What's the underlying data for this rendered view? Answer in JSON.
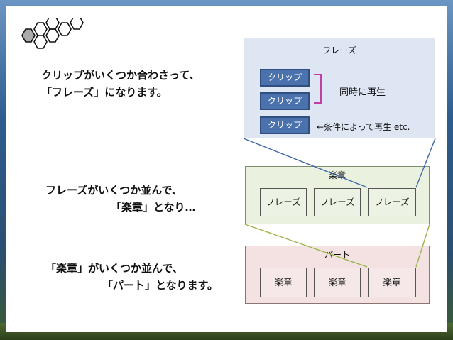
{
  "captions": {
    "phrase_line1": "クリップがいくつか合わさって、",
    "phrase_line2": "「フレーズ」になります。",
    "movement_line1": "フレーズがいくつか並んで、",
    "movement_line2": "「楽章」となり…",
    "part_line1": "「楽章」がいくつか並んで、",
    "part_line2": "「パート」となります。"
  },
  "phrase_panel": {
    "title": "フレーズ",
    "clips": [
      "クリップ",
      "クリップ",
      "クリップ"
    ],
    "simultaneous_note": "同時に再生",
    "conditional_note": "←条件によって再生 etc."
  },
  "movement_panel": {
    "title": "楽章",
    "cells": [
      "フレーズ",
      "フレーズ",
      "フレーズ"
    ]
  },
  "part_panel": {
    "title": "パート",
    "cells": [
      "楽章",
      "楽章",
      "楽章"
    ]
  },
  "colors": {
    "phrase_bg": "#dfe6f3",
    "movement_bg": "#eaf1df",
    "part_bg": "#f4e2e2",
    "clip_fill": "#4b72ad",
    "connector_blue": "#3f66a8",
    "connector_green": "#9ab54a",
    "bracket_magenta": "#c040a8"
  },
  "icons": [
    "hexagon-cluster-icon"
  ]
}
